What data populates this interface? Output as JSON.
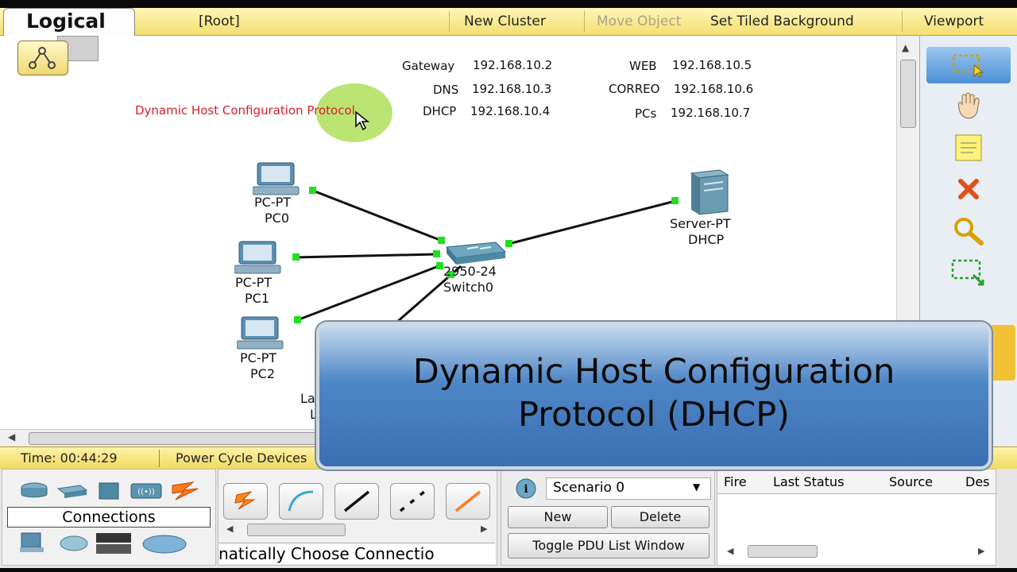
{
  "topbar": {
    "logical": "Logical",
    "root": "[Root]",
    "new_cluster": "New Cluster",
    "move_object": "Move Object",
    "set_tiled_background": "Set Tiled Background",
    "viewport": "Viewport"
  },
  "notes": {
    "gateway_label": "Gateway",
    "gateway_ip": "192.168.10.2",
    "dns_label": "DNS",
    "dns_ip": "192.168.10.3",
    "dhcp_label": "DHCP",
    "dhcp_ip": "192.168.10.4",
    "web_label": "WEB",
    "web_ip": "192.168.10.5",
    "correo_label": "CORREO",
    "correo_ip": "192.168.10.6",
    "pcs_label": "PCs",
    "pcs_ip": "192.168.10.7",
    "red_note": "Dynamic Host Configuration Protocol"
  },
  "devices": {
    "pc0": {
      "model": "PC-PT",
      "name": "PC0"
    },
    "pc1": {
      "model": "PC-PT",
      "name": "PC1"
    },
    "pc2": {
      "model": "PC-PT",
      "name": "PC2"
    },
    "switch": {
      "model": "2950-24",
      "name": "Switch0"
    },
    "server": {
      "model": "Server-PT",
      "name": "DHCP"
    },
    "laptop": {
      "model": "La",
      "name": "L"
    }
  },
  "banner": {
    "line1": "Dynamic Host Configuration",
    "line2": "Protocol (DHCP)"
  },
  "status": {
    "time": "Time: 00:44:29",
    "power_cycle": "Power Cycle Devices"
  },
  "device_panel": {
    "category": "Connections"
  },
  "cable_panel": {
    "auto_label": "natically Choose Connectio"
  },
  "scenario": {
    "selected": "Scenario 0",
    "new_btn": "New",
    "delete_btn": "Delete",
    "toggle_btn": "Toggle PDU List Window"
  },
  "pdu_table": {
    "headers": [
      "Fire",
      "Last Status",
      "Source",
      "Des"
    ]
  },
  "icons": [
    "cluster-icon",
    "select-icon",
    "hand-icon",
    "note-icon",
    "delete-icon",
    "inspect-icon",
    "resize-icon",
    "lightning-icon",
    "info-icon"
  ]
}
